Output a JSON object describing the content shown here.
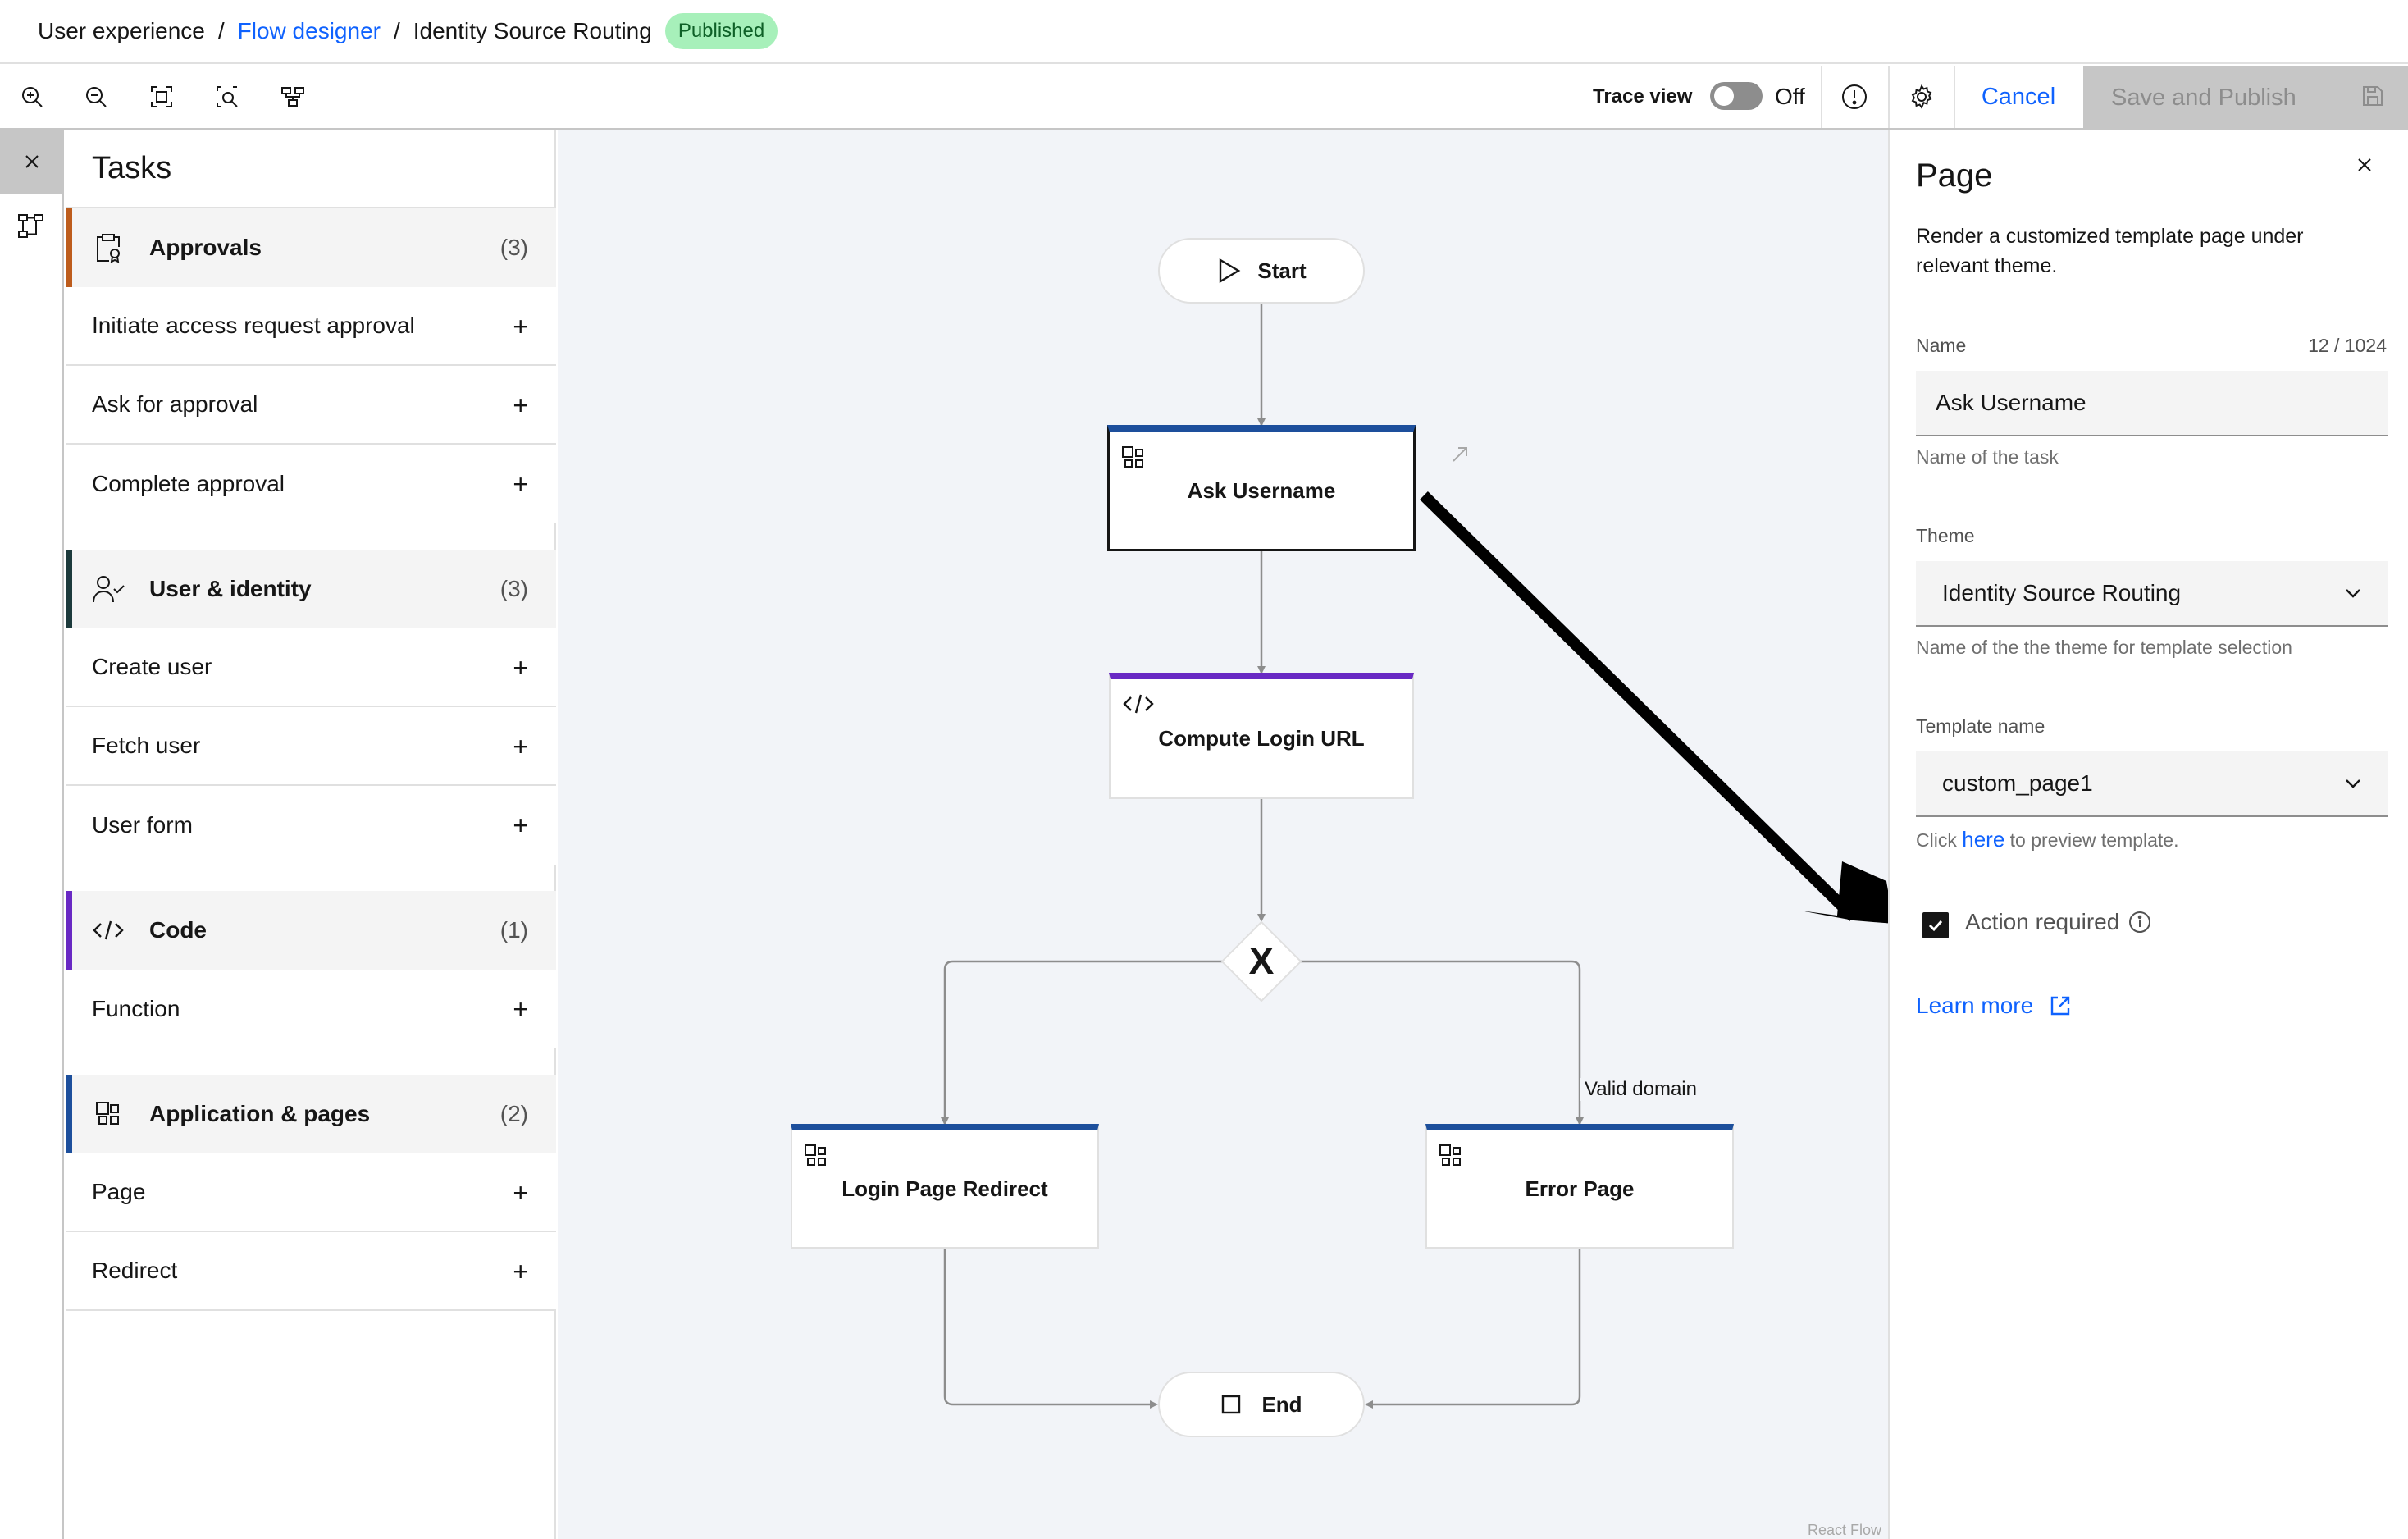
{
  "breadcrumb": {
    "items": [
      "User experience",
      "Flow designer",
      "Identity Source Routing"
    ],
    "separator": "/",
    "status": "Published"
  },
  "toolbar": {
    "trace_label": "Trace view",
    "trace_state": "Off",
    "cancel": "Cancel",
    "save_publish": "Save and Publish"
  },
  "tasks": {
    "title": "Tasks",
    "categories": [
      {
        "label": "Approvals",
        "count": "(3)",
        "color": "#bd5c1c",
        "items": [
          "Initiate access request approval",
          "Ask for approval",
          "Complete approval"
        ]
      },
      {
        "label": "User & identity",
        "count": "(3)",
        "color": "#1c3a3c",
        "items": [
          "Create user",
          "Fetch user",
          "User form"
        ]
      },
      {
        "label": "Code",
        "count": "(1)",
        "color": "#6929c4",
        "items": [
          "Function"
        ]
      },
      {
        "label": "Application & pages",
        "count": "(2)",
        "color": "#1d4f9c",
        "items": [
          "Page",
          "Redirect"
        ]
      }
    ],
    "add_symbol": "+"
  },
  "flow": {
    "start": "Start",
    "end": "End",
    "nodes": [
      "Ask Username",
      "Compute Login URL",
      "Login Page Redirect",
      "Error Page"
    ],
    "gateway_symbol": "X",
    "edge_label": "Valid domain",
    "attribution": "React Flow"
  },
  "panel": {
    "title": "Page",
    "description": "Render a customized template page under relevant theme.",
    "name_label": "Name",
    "name_count": "12 / 1024",
    "name_value": "Ask Username",
    "name_helper": "Name of the task",
    "theme_label": "Theme",
    "theme_value": "Identity Source Routing",
    "theme_helper": "Name of the the theme for template selection",
    "template_label": "Template name",
    "template_value": "custom_page1",
    "template_helper_pre": "Click",
    "template_helper_link": "here",
    "template_helper_post": "to preview template.",
    "action_required": "Action required",
    "learn_more": "Learn more"
  },
  "colors": {
    "link": "#0f62fe",
    "app_bar": "#1d4f9c",
    "code_bar": "#6929c4",
    "published_bg": "#a7f0ba"
  }
}
